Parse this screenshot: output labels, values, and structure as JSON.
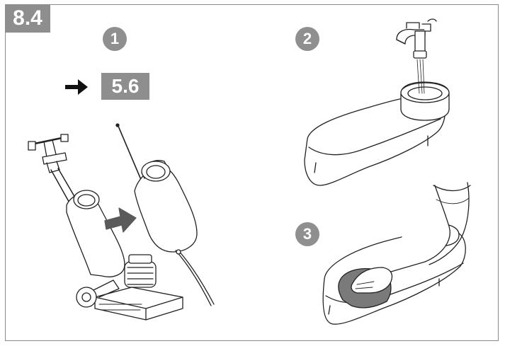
{
  "section": {
    "label": "8.4"
  },
  "steps": [
    {
      "number": "1"
    },
    {
      "number": "2"
    },
    {
      "number": "3"
    }
  ],
  "reference": {
    "label": "5.6",
    "arrow_icon": "right-arrow-icon"
  },
  "colors": {
    "tag_gray": "#8e8e8e",
    "line": "#222222",
    "border": "#8a8a8a",
    "sponge": "#7a7a7a",
    "move_arrow": "#5a5a5a"
  }
}
